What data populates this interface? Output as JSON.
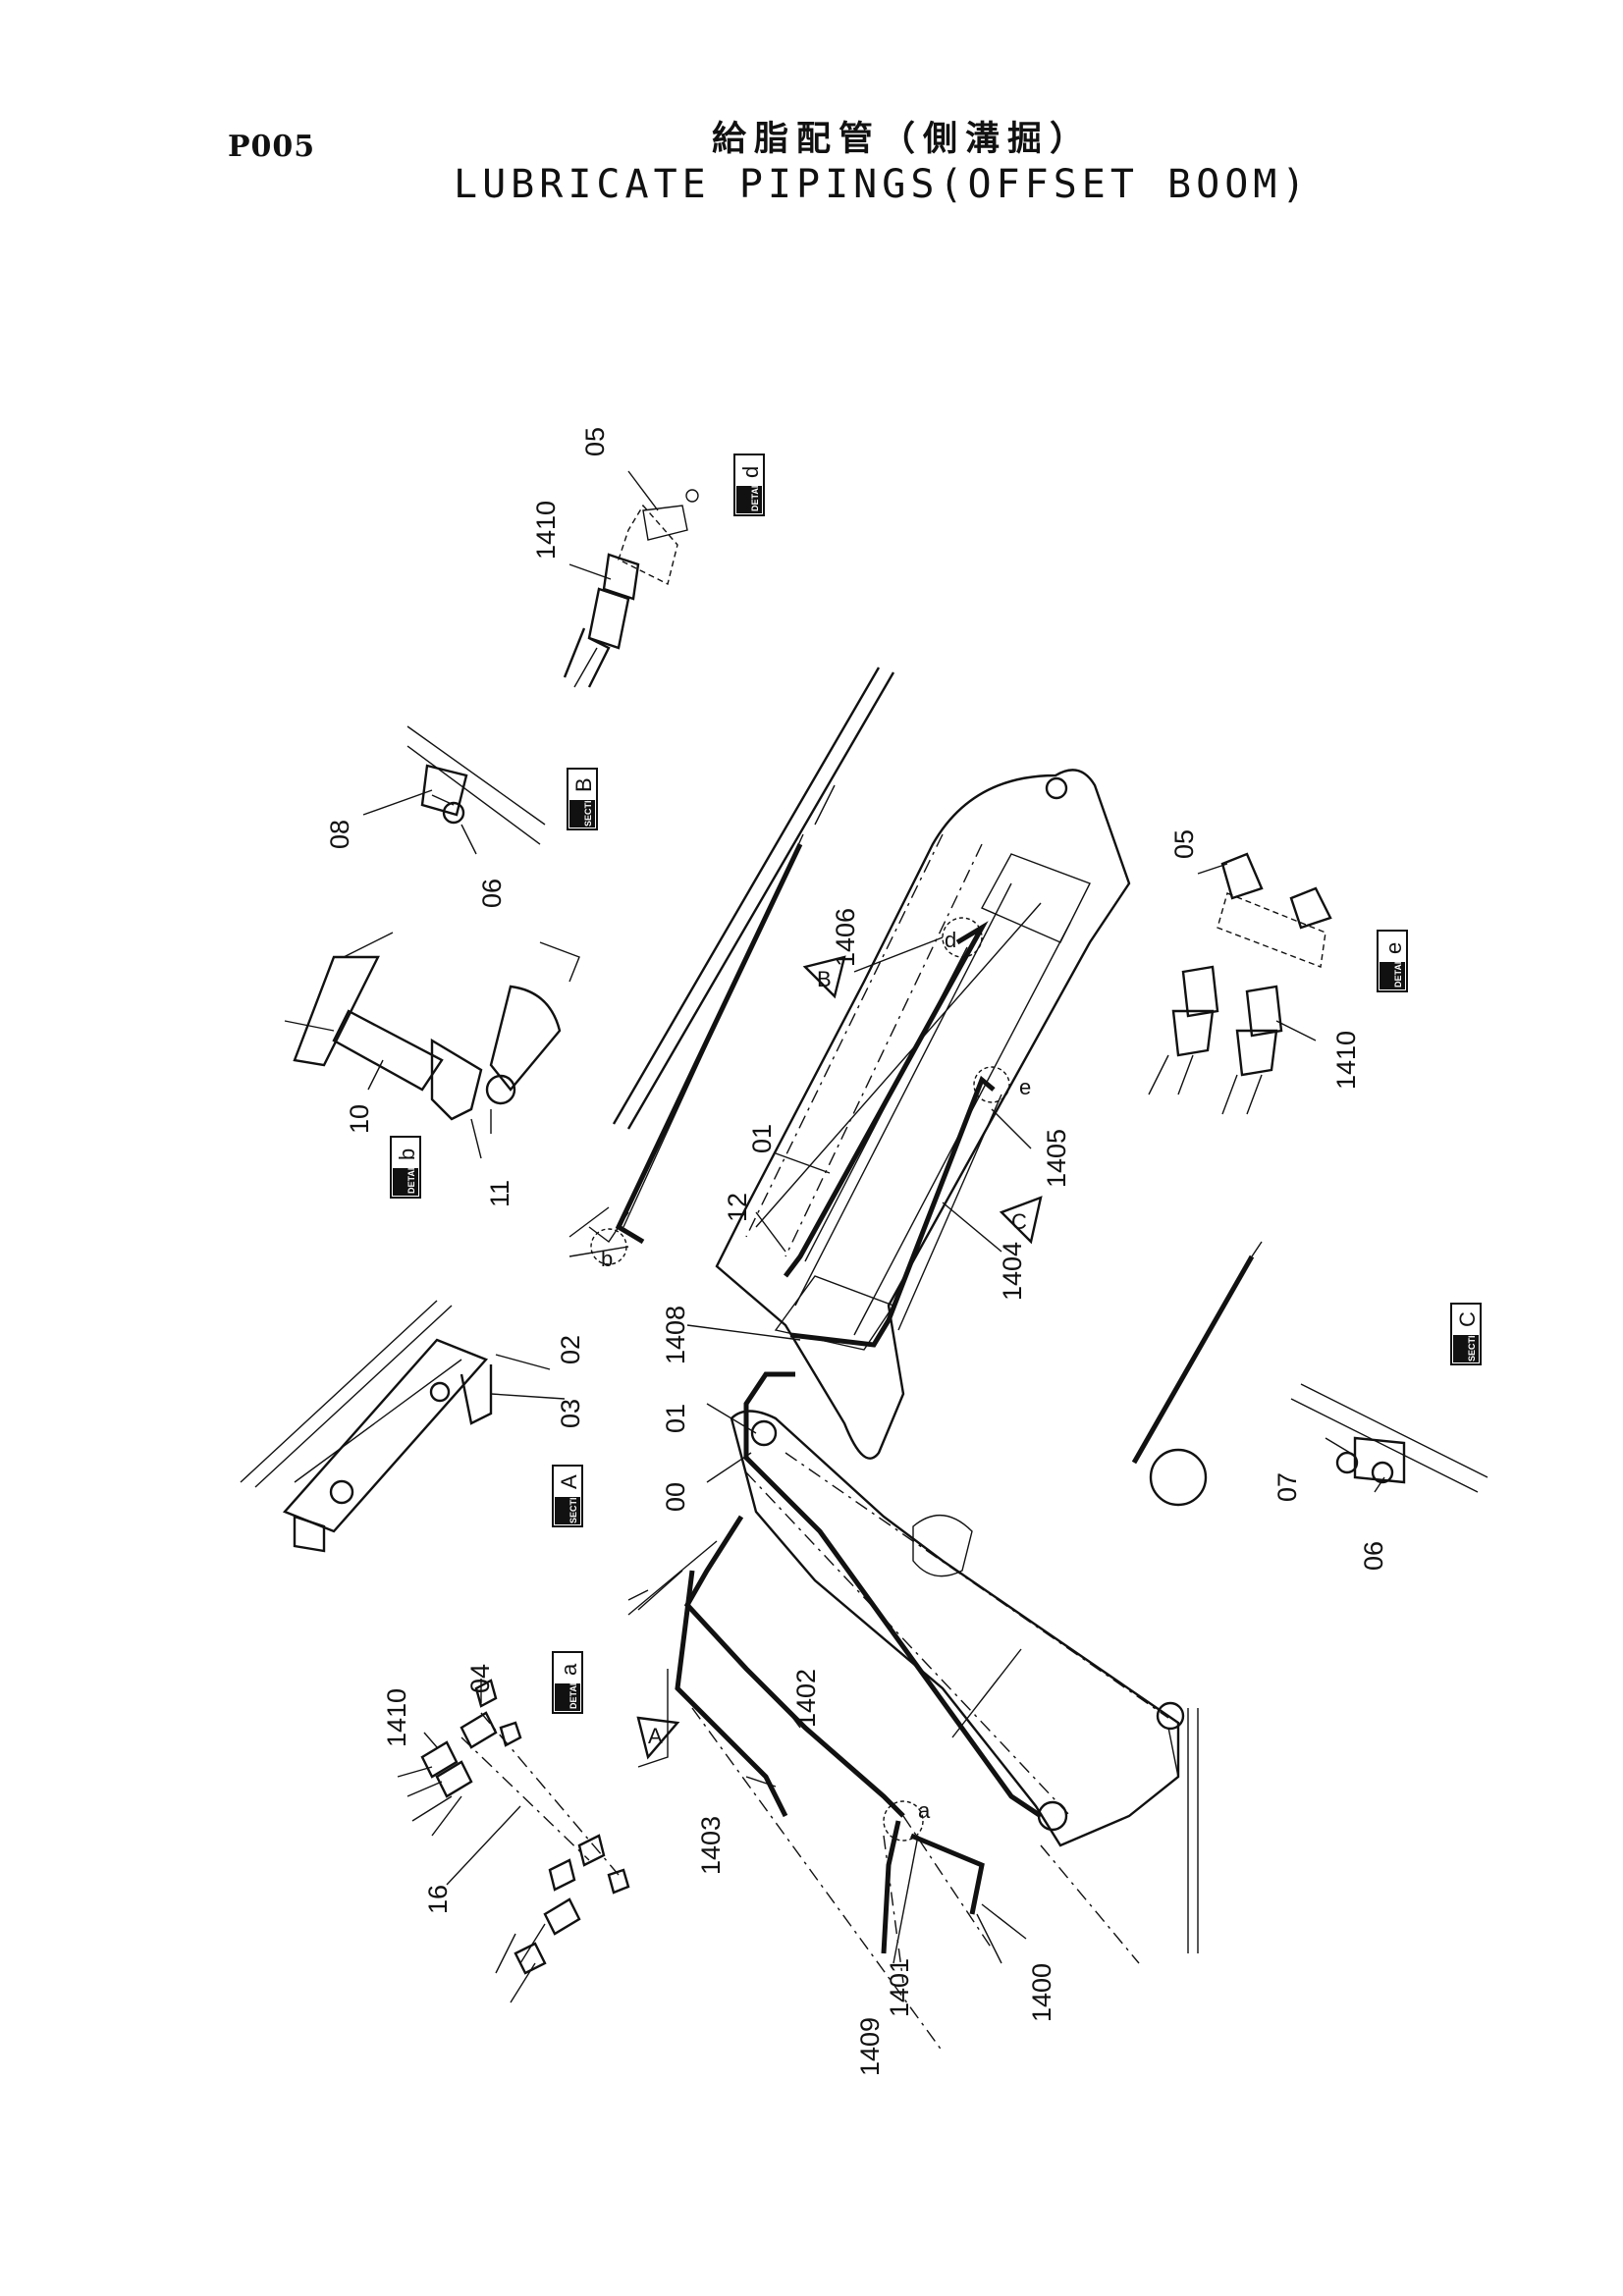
{
  "header": {
    "page_code": "P005",
    "title_jp": "給脂配管（側溝掘）",
    "title_en": "LUBRICATE PIPINGS(OFFSET BOOM)"
  },
  "views": {
    "detail_d": {
      "kind": "DETAIL",
      "letter": "d"
    },
    "section_B": {
      "kind": "SECTION",
      "letter": "B"
    },
    "detail_b": {
      "kind": "DETAIL",
      "letter": "b"
    },
    "section_A": {
      "kind": "SECTION",
      "letter": "A"
    },
    "detail_a": {
      "kind": "DETAIL",
      "letter": "a"
    },
    "detail_e": {
      "kind": "DETAIL",
      "letter": "e"
    },
    "section_C": {
      "kind": "SECTION",
      "letter": "C"
    }
  },
  "arrows": {
    "A": "A",
    "B": "B",
    "C": "C"
  },
  "circle_marks": {
    "a": "a",
    "b": "b",
    "d": "d",
    "e": "e"
  },
  "parts": {
    "p00": "00",
    "p01a": "01",
    "p01b": "01",
    "p02": "02",
    "p03": "03",
    "p04": "04",
    "p05a": "05",
    "p05b": "05",
    "p06a": "06",
    "p06b": "06",
    "p07": "07",
    "p08": "08",
    "p10": "10",
    "p11": "11",
    "p12": "12",
    "p16": "16",
    "p1400": "1400",
    "p1401": "1401",
    "p1402": "1402",
    "p1403": "1403",
    "p1404": "1404",
    "p1405": "1405",
    "p1406": "1406",
    "p1408": "1408",
    "p1409": "1409",
    "p1410a": "1410",
    "p1410b": "1410",
    "p1410c": "1410"
  }
}
